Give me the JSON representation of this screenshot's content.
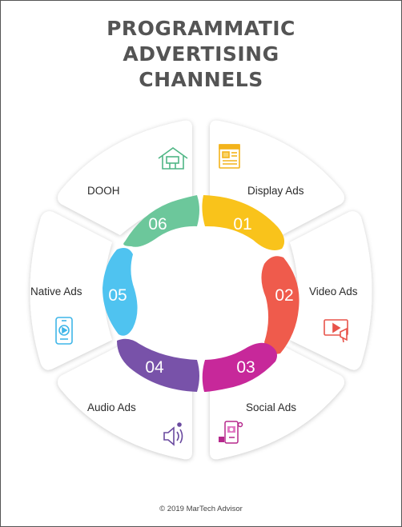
{
  "title": {
    "line1": "PROGRAMMATIC",
    "line2": "ADVERTISING",
    "line3": "CHANNELS"
  },
  "channels": [
    {
      "number": "01",
      "label": "Display Ads",
      "color": "#f9c31b",
      "icon": "display-ad-icon",
      "icon_color": "#f3b31b"
    },
    {
      "number": "02",
      "label": "Video Ads",
      "color": "#ef5b4c",
      "icon": "video-ad-icon",
      "icon_color": "#e8534a"
    },
    {
      "number": "03",
      "label": "Social Ads",
      "color": "#c7289a",
      "icon": "social-ad-icon",
      "icon_color": "#b5288c"
    },
    {
      "number": "04",
      "label": "Audio Ads",
      "color": "#7852a9",
      "icon": "audio-ad-icon",
      "icon_color": "#6a4a9f"
    },
    {
      "number": "05",
      "label": "Native Ads",
      "color": "#4fc3f0",
      "icon": "native-ad-icon",
      "icon_color": "#3fb6e8"
    },
    {
      "number": "06",
      "label": "DOOH",
      "color": "#6cc79b",
      "icon": "dooh-icon",
      "icon_color": "#4fb685"
    }
  ],
  "footer": "© 2019 MarTech Advisor"
}
